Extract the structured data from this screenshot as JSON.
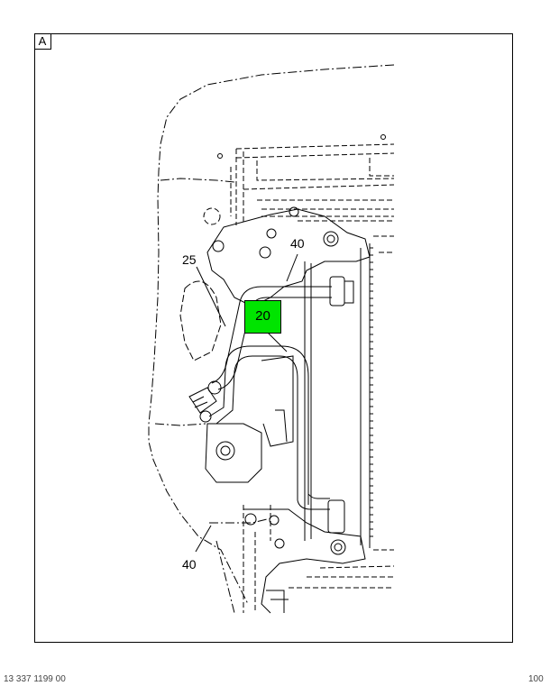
{
  "view_label": "A",
  "callouts": {
    "c25": "25",
    "c40_top": "40",
    "c20": "20",
    "c40_bottom": "40"
  },
  "highlight_color": "#00e400",
  "footer": {
    "left": "13 337 1199 00",
    "right": "100"
  }
}
